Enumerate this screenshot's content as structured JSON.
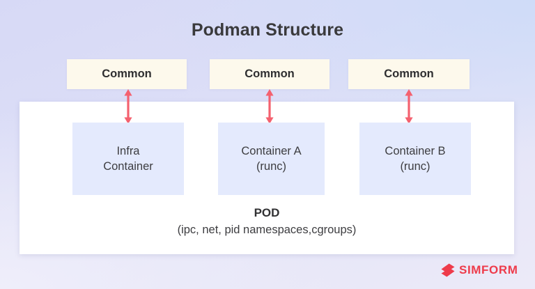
{
  "diagram": {
    "title": "Podman Structure",
    "common_boxes": [
      {
        "label": "Common"
      },
      {
        "label": "Common"
      },
      {
        "label": "Common"
      }
    ],
    "arrows": [
      {
        "name": "double-headed-arrow",
        "direction": "bidirectional",
        "color": "#f4616f"
      },
      {
        "name": "double-headed-arrow",
        "direction": "bidirectional",
        "color": "#f4616f"
      },
      {
        "name": "double-headed-arrow",
        "direction": "bidirectional",
        "color": "#f4616f"
      }
    ],
    "containers": [
      {
        "label": "Infra\nContainer"
      },
      {
        "label": "Container A\n(runc)"
      },
      {
        "label": "Container B\n(runc)"
      }
    ],
    "pod": {
      "title": "POD",
      "subtitle": "(ipc, net, pid namespaces,cgroups)"
    }
  },
  "branding": {
    "logo_text": "SIMFORM",
    "logo_icon": "simform-s-mark-icon",
    "logo_color": "#ee3b4b"
  },
  "colors": {
    "background_top_left": "#d7d9f6",
    "background_top_right": "#cfdcf8",
    "background_bottom_left": "#efeefa",
    "panel": "#ffffff",
    "common_box": "#fdf9ec",
    "container_box": "#e4eafd",
    "title_text": "#3a3a3c",
    "body_text": "#3d3d40",
    "accent_red": "#f4616f"
  }
}
